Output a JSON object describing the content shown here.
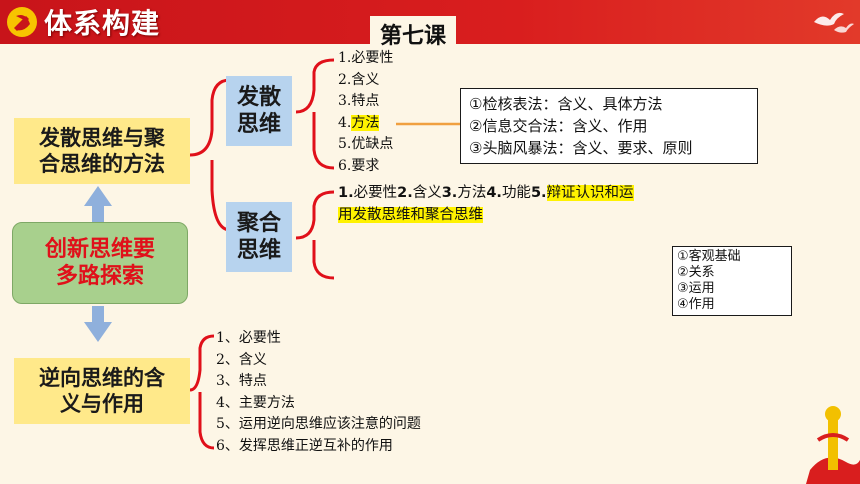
{
  "header": {
    "title": "体系构建",
    "lesson": "第七课"
  },
  "center": {
    "label": "创新思维要多路探索",
    "line1": "创新思维要",
    "line2": "多路探索"
  },
  "method_box": {
    "line1": "发散思维与聚",
    "line2": "合思维的方法"
  },
  "reverse_box": {
    "line1": "逆向思维的含",
    "line2": "义与作用"
  },
  "divergent": {
    "label_line1": "发散",
    "label_line2": "思维",
    "items": [
      "1.必要性",
      "2.含义",
      "3.特点",
      "4.",
      "5.优缺点",
      "6.要求"
    ],
    "item4_highlight": "方法",
    "methods": [
      "①检核表法：含义、具体方法",
      "②信息交合法：含义、作用",
      "③头脑风暴法：含义、要求、原则"
    ]
  },
  "convergent": {
    "label_line1": "聚合",
    "label_line2": "思维",
    "seg": [
      {
        "num": "1.",
        "text": "必要性"
      },
      {
        "num": "2.",
        "text": "含义"
      },
      {
        "num": "3.",
        "text": "方法"
      },
      {
        "num": "4.",
        "text": "功能"
      },
      {
        "num": "5.",
        "text": ""
      }
    ],
    "highlight_a": "辩证认识和运",
    "highlight_b": "用发散思维和聚合思维",
    "sub": [
      "①客观基础",
      "②关系",
      "③运用",
      "④作用"
    ]
  },
  "reverse_items": [
    "1、必要性",
    "2、含义",
    "3、特点",
    "4、主要方法",
    "5、运用逆向思维应该注意的问题",
    "6、发挥思维正逆互补的作用"
  ],
  "colors": {
    "banner": "#d91e1e",
    "bracket": "#e0101a",
    "connector": "#f0a040",
    "arrow": "#8fb0dc",
    "yellow_box": "#ffe98a",
    "blue_box": "#b7d3ee",
    "green_box": "#a8d08d"
  }
}
